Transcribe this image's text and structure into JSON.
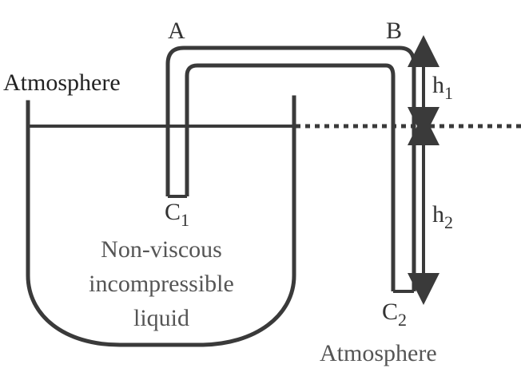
{
  "labels": {
    "point_a": "A",
    "point_b": "B",
    "atmosphere_left": "Atmosphere",
    "atmosphere_bottom": "Atmosphere",
    "c1_letter": "C",
    "c1_sub": "1",
    "c2_letter": "C",
    "c2_sub": "2",
    "h1_letter": "h",
    "h1_sub": "1",
    "h2_letter": "h",
    "h2_sub": "2",
    "liquid_line1": "Non-viscous",
    "liquid_line2": "incompressible",
    "liquid_line3": "liquid"
  },
  "colors": {
    "stroke": "#3a3a3a",
    "text": "#333333",
    "liquid_text": "#555555"
  }
}
